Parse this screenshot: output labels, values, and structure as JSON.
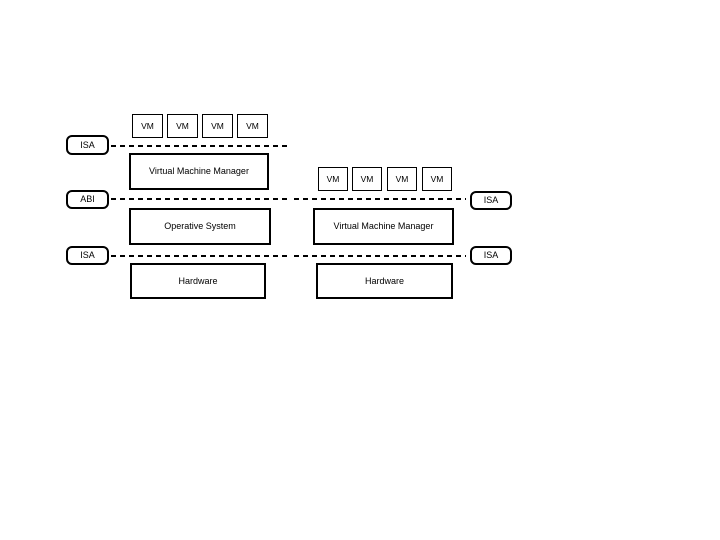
{
  "diagram": {
    "title_hint": "virtualization-stacks-comparison",
    "background_color": "#ffffff",
    "line_color": "#000000",
    "left_stack": {
      "vms": [
        "VM",
        "VM",
        "VM",
        "VM"
      ],
      "layers": {
        "vmm": "Virtual Machine Manager",
        "os": "Operative System",
        "hardware": "Hardware"
      },
      "interfaces": {
        "top": "ISA",
        "middle": "ABI",
        "bottom": "ISA"
      }
    },
    "right_stack": {
      "vms": [
        "VM",
        "VM",
        "VM",
        "VM"
      ],
      "layers": {
        "vmm": "Virtual Machine Manager",
        "hardware": "Hardware"
      },
      "interfaces": {
        "middle": "ISA",
        "bottom": "ISA"
      }
    }
  }
}
